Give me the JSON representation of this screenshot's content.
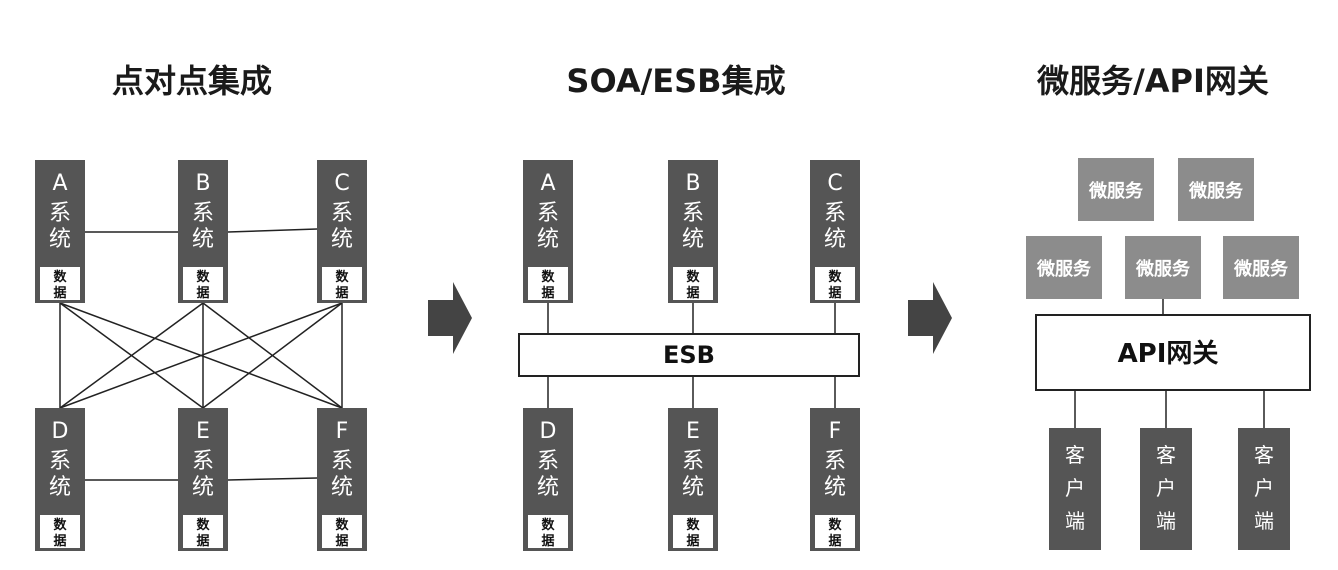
{
  "colors": {
    "system_box": "#555555",
    "microservice_box": "#8c8c8c",
    "line": "#222222",
    "arrow": "#444444"
  },
  "panels": {
    "p2p": {
      "title": "点对点集成",
      "systems": [
        {
          "letter": "A",
          "word": [
            "系",
            "统"
          ],
          "data": [
            "数",
            "据"
          ]
        },
        {
          "letter": "B",
          "word": [
            "系",
            "统"
          ],
          "data": [
            "数",
            "据"
          ]
        },
        {
          "letter": "C",
          "word": [
            "系",
            "统"
          ],
          "data": [
            "数",
            "据"
          ]
        },
        {
          "letter": "D",
          "word": [
            "系",
            "统"
          ],
          "data": [
            "数",
            "据"
          ]
        },
        {
          "letter": "E",
          "word": [
            "系",
            "统"
          ],
          "data": [
            "数",
            "据"
          ]
        },
        {
          "letter": "F",
          "word": [
            "系",
            "统"
          ],
          "data": [
            "数",
            "据"
          ]
        }
      ]
    },
    "soa": {
      "title": "SOA/ESB集成",
      "bus_label": "ESB",
      "systems": [
        {
          "letter": "A",
          "word": [
            "系",
            "统"
          ],
          "data": [
            "数",
            "据"
          ]
        },
        {
          "letter": "B",
          "word": [
            "系",
            "统"
          ],
          "data": [
            "数",
            "据"
          ]
        },
        {
          "letter": "C",
          "word": [
            "系",
            "统"
          ],
          "data": [
            "数",
            "据"
          ]
        },
        {
          "letter": "D",
          "word": [
            "系",
            "统"
          ],
          "data": [
            "数",
            "据"
          ]
        },
        {
          "letter": "E",
          "word": [
            "系",
            "统"
          ],
          "data": [
            "数",
            "据"
          ]
        },
        {
          "letter": "F",
          "word": [
            "系",
            "统"
          ],
          "data": [
            "数",
            "据"
          ]
        }
      ]
    },
    "micro": {
      "title": "微服务/API网关",
      "gateway_label": "API网关",
      "microservices": [
        "微服务",
        "微服务",
        "微服务",
        "微服务",
        "微服务"
      ],
      "clients": [
        [
          "客",
          "户",
          "端"
        ],
        [
          "客",
          "户",
          "端"
        ],
        [
          "客",
          "户",
          "端"
        ]
      ]
    }
  }
}
